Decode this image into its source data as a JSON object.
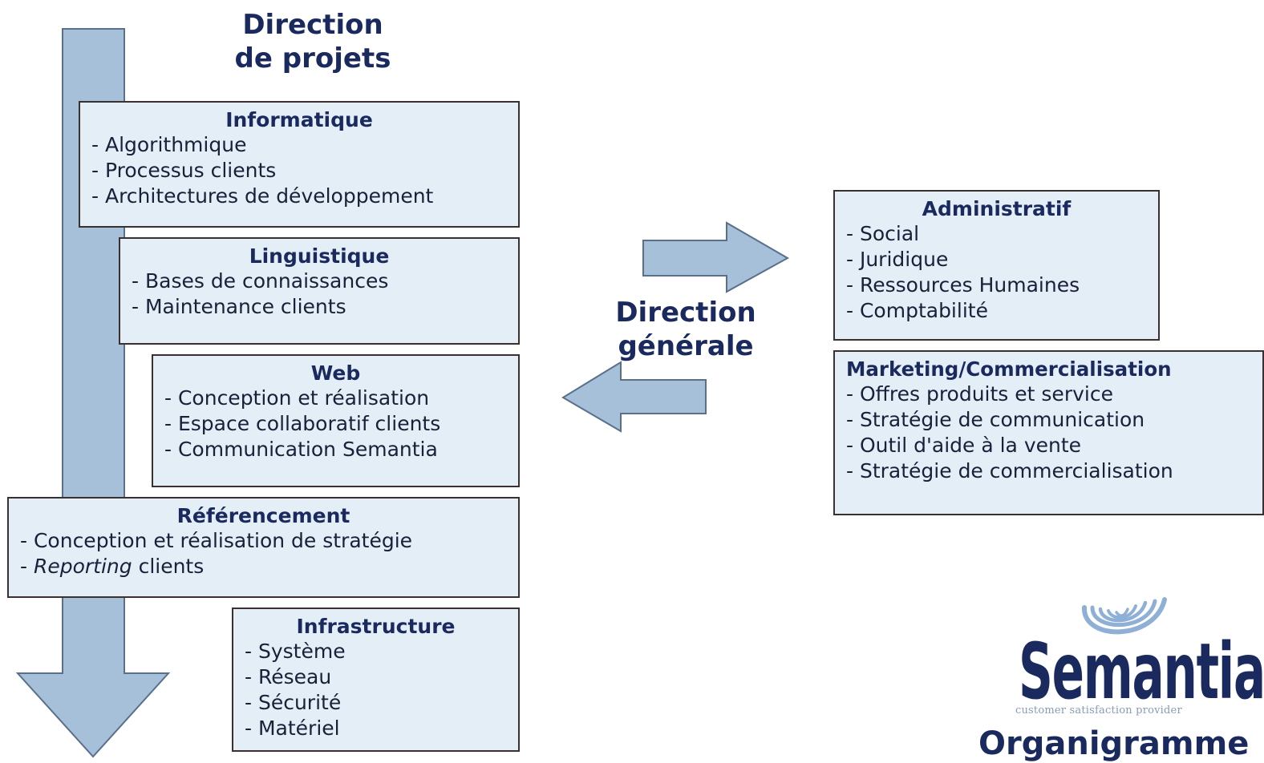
{
  "direction_projets": {
    "line1": "Direction",
    "line2": "de projets"
  },
  "direction_generale": {
    "line1": "Direction",
    "line2": "générale"
  },
  "informatique": {
    "title": "Informatique",
    "items": [
      "- Algorithmique",
      "- Processus clients",
      "- Architectures de développement"
    ]
  },
  "linguistique": {
    "title": "Linguistique",
    "items": [
      "- Bases de connaissances",
      "- Maintenance clients"
    ]
  },
  "web": {
    "title": "Web",
    "items": [
      "- Conception et réalisation",
      "- Espace collaboratif clients",
      "- Communication Semantia"
    ]
  },
  "referencement": {
    "title": "Référencement",
    "item1": "- Conception et réalisation de stratégie",
    "item2_prefix": "- ",
    "item2_italic": "Reporting",
    "item2_suffix": " clients"
  },
  "infrastructure": {
    "title": "Infrastructure",
    "items": [
      "- Système",
      "- Réseau",
      "- Sécurité",
      "- Matériel"
    ]
  },
  "administratif": {
    "title": "Administratif",
    "items": [
      "- Social",
      "- Juridique",
      "- Ressources Humaines",
      "- Comptabilité"
    ]
  },
  "marketing": {
    "title": "Marketing/Commercialisation",
    "items": [
      "- Offres produits et service",
      "- Stratégie de communication",
      "- Outil d'aide à la vente",
      "- Stratégie de commercialisation"
    ]
  },
  "logo": {
    "word": "Semantia",
    "tagline": "customer satisfaction provider"
  },
  "organigramme": "Organigramme",
  "colors": {
    "box_fill": "#e4eef7",
    "arrow_fill": "#a6c0da",
    "heading_navy": "#1b2a5e"
  }
}
